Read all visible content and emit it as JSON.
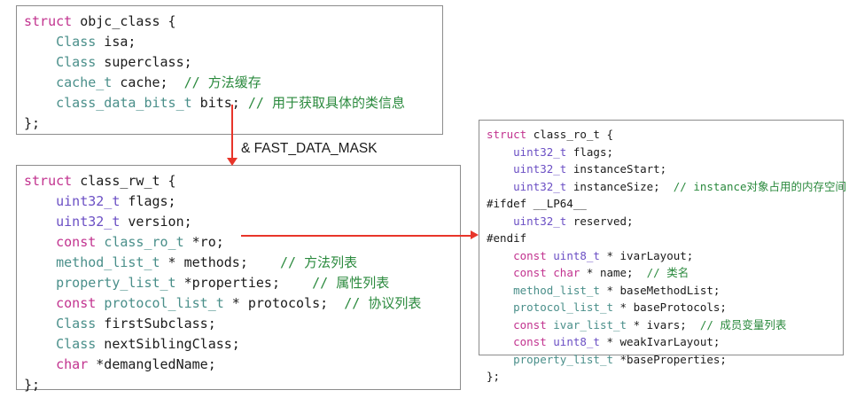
{
  "diagram": {
    "title": "Objective-C class structure relationship",
    "background_color": "#ffffff",
    "colors": {
      "keyword": "#c2338f",
      "type_class": "#4a8f8a",
      "type_int": "#6b4fc4",
      "comment": "#2b8a3e",
      "identifier": "#1b1b1b",
      "arrow": "#e8352a",
      "box_border": "#8c8c8c"
    }
  },
  "boxes": {
    "objc_class": {
      "name": "objc_class",
      "lines": [
        {
          "segs": [
            {
              "t": "struct ",
              "c": "kw"
            },
            {
              "t": "objc_class {",
              "c": "id"
            }
          ]
        },
        {
          "segs": [
            {
              "t": "    ",
              "c": "id"
            },
            {
              "t": "Class",
              "c": "type-t"
            },
            {
              "t": " isa;",
              "c": "id"
            }
          ]
        },
        {
          "segs": [
            {
              "t": "    ",
              "c": "id"
            },
            {
              "t": "Class",
              "c": "type-t"
            },
            {
              "t": " superclass;",
              "c": "id"
            }
          ]
        },
        {
          "segs": [
            {
              "t": "    ",
              "c": "id"
            },
            {
              "t": "cache_t",
              "c": "type-t"
            },
            {
              "t": " cache;  ",
              "c": "id"
            },
            {
              "t": "// 方法缓存",
              "c": "cmt"
            }
          ]
        },
        {
          "segs": [
            {
              "t": "    ",
              "c": "id"
            },
            {
              "t": "class_data_bits_t",
              "c": "type-t"
            },
            {
              "t": " bits; ",
              "c": "id"
            },
            {
              "t": "// 用于获取具体的类信息",
              "c": "cmt"
            }
          ]
        },
        {
          "segs": [
            {
              "t": "};",
              "c": "id"
            }
          ]
        }
      ]
    },
    "class_rw_t": {
      "name": "class_rw_t",
      "lines": [
        {
          "segs": [
            {
              "t": "struct ",
              "c": "kw"
            },
            {
              "t": "class_rw_t {",
              "c": "id"
            }
          ]
        },
        {
          "segs": [
            {
              "t": "    ",
              "c": "id"
            },
            {
              "t": "uint32_t",
              "c": "type-p"
            },
            {
              "t": " flags;",
              "c": "id"
            }
          ]
        },
        {
          "segs": [
            {
              "t": "    ",
              "c": "id"
            },
            {
              "t": "uint32_t",
              "c": "type-p"
            },
            {
              "t": " version;",
              "c": "id"
            }
          ]
        },
        {
          "segs": [
            {
              "t": "    ",
              "c": "id"
            },
            {
              "t": "const ",
              "c": "kw"
            },
            {
              "t": "class_ro_t",
              "c": "type-t"
            },
            {
              "t": " *ro;",
              "c": "id"
            }
          ]
        },
        {
          "segs": [
            {
              "t": "    ",
              "c": "id"
            },
            {
              "t": "method_list_t",
              "c": "type-t"
            },
            {
              "t": " * methods;    ",
              "c": "id"
            },
            {
              "t": "// 方法列表",
              "c": "cmt"
            }
          ]
        },
        {
          "segs": [
            {
              "t": "    ",
              "c": "id"
            },
            {
              "t": "property_list_t",
              "c": "type-t"
            },
            {
              "t": " *properties;    ",
              "c": "id"
            },
            {
              "t": "// 属性列表",
              "c": "cmt"
            }
          ]
        },
        {
          "segs": [
            {
              "t": "    ",
              "c": "id"
            },
            {
              "t": "const ",
              "c": "kw"
            },
            {
              "t": "protocol_list_t",
              "c": "type-t"
            },
            {
              "t": " * protocols;  ",
              "c": "id"
            },
            {
              "t": "// 协议列表",
              "c": "cmt"
            }
          ]
        },
        {
          "segs": [
            {
              "t": "    ",
              "c": "id"
            },
            {
              "t": "Class",
              "c": "type-t"
            },
            {
              "t": " firstSubclass;",
              "c": "id"
            }
          ]
        },
        {
          "segs": [
            {
              "t": "    ",
              "c": "id"
            },
            {
              "t": "Class",
              "c": "type-t"
            },
            {
              "t": " nextSiblingClass;",
              "c": "id"
            }
          ]
        },
        {
          "segs": [
            {
              "t": "    ",
              "c": "id"
            },
            {
              "t": "char",
              "c": "kw"
            },
            {
              "t": " *demangledName;",
              "c": "id"
            }
          ]
        },
        {
          "segs": [
            {
              "t": "};",
              "c": "id"
            }
          ]
        }
      ]
    },
    "class_ro_t": {
      "name": "class_ro_t",
      "lines": [
        {
          "segs": [
            {
              "t": "struct ",
              "c": "kw"
            },
            {
              "t": "class_ro_t {",
              "c": "id"
            }
          ]
        },
        {
          "segs": [
            {
              "t": "    ",
              "c": "id"
            },
            {
              "t": "uint32_t",
              "c": "type-p"
            },
            {
              "t": " flags;",
              "c": "id"
            }
          ]
        },
        {
          "segs": [
            {
              "t": "    ",
              "c": "id"
            },
            {
              "t": "uint32_t",
              "c": "type-p"
            },
            {
              "t": " instanceStart;",
              "c": "id"
            }
          ]
        },
        {
          "segs": [
            {
              "t": "    ",
              "c": "id"
            },
            {
              "t": "uint32_t",
              "c": "type-p"
            },
            {
              "t": " instanceSize;  ",
              "c": "id"
            },
            {
              "t": "// instance对象占用的内存空间",
              "c": "cmt"
            }
          ]
        },
        {
          "segs": [
            {
              "t": "#ifdef __LP64__",
              "c": "pp"
            }
          ]
        },
        {
          "segs": [
            {
              "t": "    ",
              "c": "id"
            },
            {
              "t": "uint32_t",
              "c": "type-p"
            },
            {
              "t": " reserved;",
              "c": "id"
            }
          ]
        },
        {
          "segs": [
            {
              "t": "#endif",
              "c": "pp"
            }
          ]
        },
        {
          "segs": [
            {
              "t": "    ",
              "c": "id"
            },
            {
              "t": "const ",
              "c": "kw"
            },
            {
              "t": "uint8_t",
              "c": "type-p"
            },
            {
              "t": " * ivarLayout;",
              "c": "id"
            }
          ]
        },
        {
          "segs": [
            {
              "t": "    ",
              "c": "id"
            },
            {
              "t": "const ",
              "c": "kw"
            },
            {
              "t": "char",
              "c": "kw"
            },
            {
              "t": " * name;  ",
              "c": "id"
            },
            {
              "t": "// 类名",
              "c": "cmt"
            }
          ]
        },
        {
          "segs": [
            {
              "t": "    ",
              "c": "id"
            },
            {
              "t": "method_list_t",
              "c": "type-t"
            },
            {
              "t": " * baseMethodList;",
              "c": "id"
            }
          ]
        },
        {
          "segs": [
            {
              "t": "    ",
              "c": "id"
            },
            {
              "t": "protocol_list_t",
              "c": "type-t"
            },
            {
              "t": " * baseProtocols;",
              "c": "id"
            }
          ]
        },
        {
          "segs": [
            {
              "t": "    ",
              "c": "id"
            },
            {
              "t": "const ",
              "c": "kw"
            },
            {
              "t": "ivar_list_t",
              "c": "type-t"
            },
            {
              "t": " * ivars;  ",
              "c": "id"
            },
            {
              "t": "// 成员变量列表",
              "c": "cmt"
            }
          ]
        },
        {
          "segs": [
            {
              "t": "    ",
              "c": "id"
            },
            {
              "t": "const ",
              "c": "kw"
            },
            {
              "t": "uint8_t",
              "c": "type-p"
            },
            {
              "t": " * weakIvarLayout;",
              "c": "id"
            }
          ]
        },
        {
          "segs": [
            {
              "t": "    ",
              "c": "id"
            },
            {
              "t": "property_list_t",
              "c": "type-t"
            },
            {
              "t": " *baseProperties;",
              "c": "id"
            }
          ]
        },
        {
          "segs": [
            {
              "t": "};",
              "c": "id"
            }
          ]
        }
      ]
    }
  },
  "arrows": {
    "bits_to_rw": {
      "label": "& FAST_DATA_MASK",
      "from": "objc_class.bits",
      "to": "class_rw_t"
    },
    "ro_to_class_ro": {
      "label": "",
      "from": "class_rw_t.ro",
      "to": "class_ro_t"
    }
  }
}
